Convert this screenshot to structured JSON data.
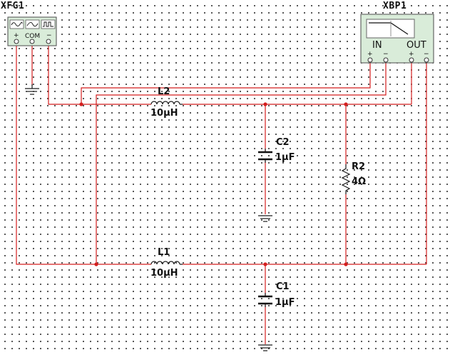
{
  "instruments": {
    "function_generator": {
      "name": "XFG1",
      "terminals": [
        "+",
        "COM",
        "−"
      ],
      "waveform_icons": [
        "sine-wave-icon",
        "triangle-wave-icon",
        "square-wave-icon"
      ]
    },
    "bode_plotter": {
      "name": "XBP1",
      "in_label": "IN",
      "out_label": "OUT",
      "in_terminals": [
        "+",
        "−"
      ],
      "out_terminals": [
        "+",
        "−"
      ],
      "icon": "bode-plot-icon"
    }
  },
  "components": {
    "L2": {
      "ref": "L2",
      "value": "10µH"
    },
    "L1": {
      "ref": "L1",
      "value": "10µH"
    },
    "C2": {
      "ref": "C2",
      "value": "1µF"
    },
    "C1": {
      "ref": "C1",
      "value": "1µF"
    },
    "R2": {
      "ref": "R2",
      "value": "4Ω"
    }
  },
  "colors": {
    "wire": "#d41f1f",
    "instrument_fill": "#d9ecd9",
    "background_dots": "#202020"
  }
}
